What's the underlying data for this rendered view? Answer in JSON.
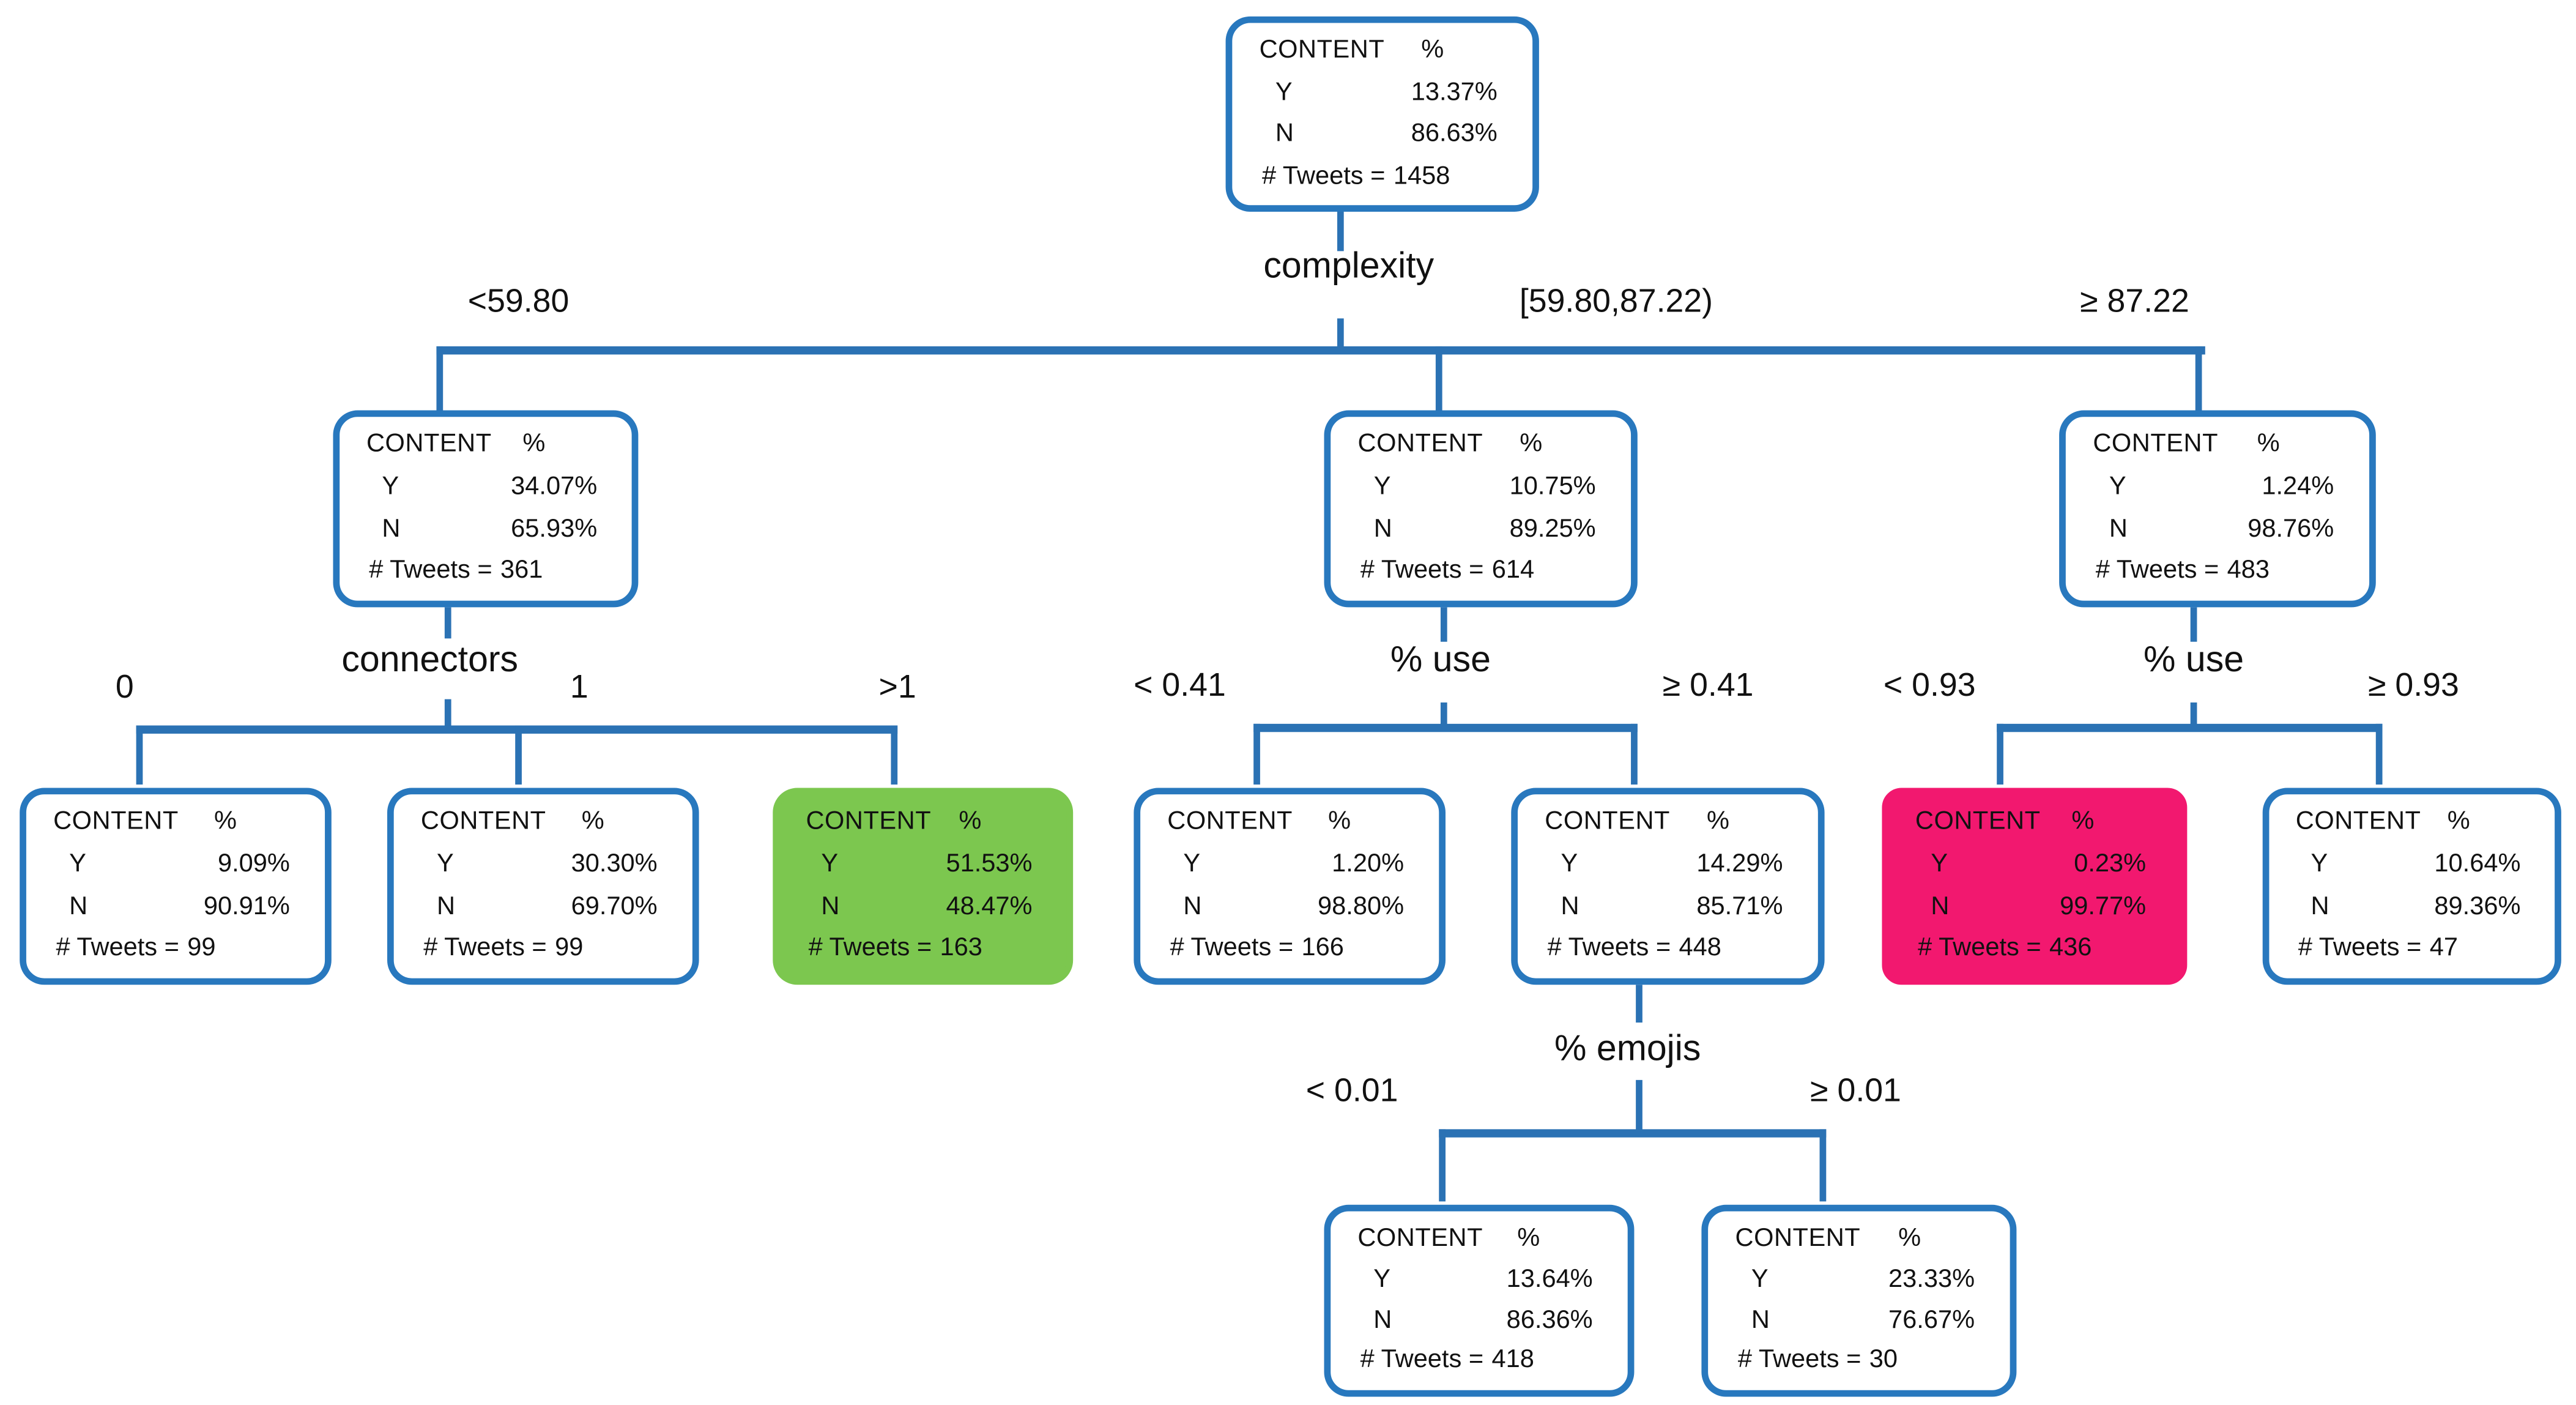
{
  "palette": {
    "node_border": "#2878BE",
    "line": "#2B72B4",
    "green_leaf": "#7CC74F",
    "pink_leaf": "#F2186F",
    "text": "#111111",
    "background": "#FFFFFF"
  },
  "labels": {
    "header_left": "CONTENT",
    "header_right": "%",
    "yes": "Y",
    "no": "N",
    "tweets_prefix": "# Tweets ="
  },
  "splits": {
    "complexity": {
      "label": "complexity",
      "branches": [
        "<59.80",
        "[59.80,87.22)",
        "≥ 87.22"
      ]
    },
    "connectors": {
      "label": "connectors",
      "branches": [
        "0",
        "1",
        ">1"
      ]
    },
    "use_mid": {
      "label": "% use",
      "branches": [
        "< 0.41",
        "≥ 0.41"
      ]
    },
    "use_high": {
      "label": "% use",
      "branches": [
        "< 0.93",
        "≥ 0.93"
      ]
    },
    "emojis": {
      "label": "% emojis",
      "branches": [
        "< 0.01",
        "≥ 0.01"
      ]
    }
  },
  "nodes": {
    "root": {
      "y": "13.37%",
      "n": "86.63%",
      "tweets": "1458"
    },
    "complexity_low": {
      "y": "34.07%",
      "n": "65.93%",
      "tweets": "361"
    },
    "complexity_mid": {
      "y": "10.75%",
      "n": "89.25%",
      "tweets": "614"
    },
    "complexity_high": {
      "y": "1.24%",
      "n": "98.76%",
      "tweets": "483"
    },
    "connectors_0": {
      "y": "9.09%",
      "n": "90.91%",
      "tweets": "99"
    },
    "connectors_1": {
      "y": "30.30%",
      "n": "69.70%",
      "tweets": "99"
    },
    "connectors_gt1": {
      "y": "51.53%",
      "n": "48.47%",
      "tweets": "163",
      "highlight": "green"
    },
    "use_mid_low": {
      "y": "1.20%",
      "n": "98.80%",
      "tweets": "166"
    },
    "use_mid_high": {
      "y": "14.29%",
      "n": "85.71%",
      "tweets": "448"
    },
    "use_high_low": {
      "y": "0.23%",
      "n": "99.77%",
      "tweets": "436",
      "highlight": "pink"
    },
    "use_high_high": {
      "y": "10.64%",
      "n": "89.36%",
      "tweets": "47"
    },
    "emojis_low": {
      "y": "13.64%",
      "n": "86.36%",
      "tweets": "418"
    },
    "emojis_high": {
      "y": "23.33%",
      "n": "76.67%",
      "tweets": "30"
    }
  }
}
